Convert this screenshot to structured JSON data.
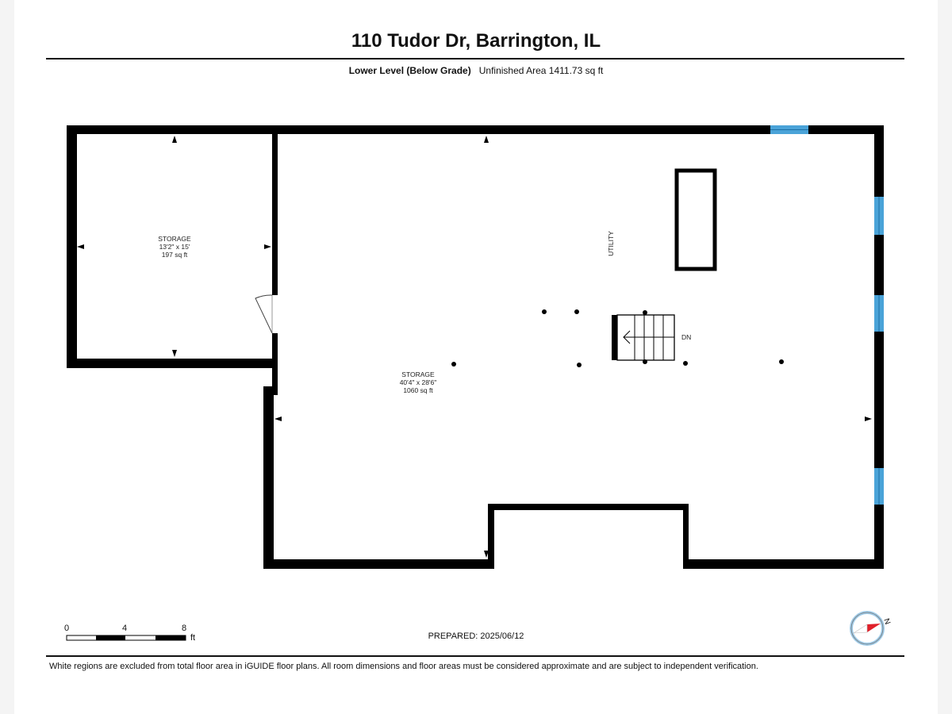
{
  "header": {
    "title": "110 Tudor Dr, Barrington, IL",
    "level_name": "Lower Level (Below Grade)",
    "area_text": "Unfinished Area 1411.73 sq ft"
  },
  "rooms": [
    {
      "name": "STORAGE",
      "dimensions": "13'2\" x 15'",
      "area": "197 sq ft"
    },
    {
      "name": "STORAGE",
      "dimensions": "40'4\" x 28'6\"",
      "area": "1060 sq ft"
    }
  ],
  "labels": {
    "utility": "UTILITY",
    "stairs": "DN"
  },
  "scale_bar": {
    "ticks": [
      "0",
      "4",
      "8"
    ],
    "unit": "ft"
  },
  "footer": {
    "prepared": "PREPARED: 2025/06/12",
    "disclaimer": "White regions are excluded from total floor area in iGUIDE floor plans. All room dimensions and floor areas must be considered approximate and are subject to independent verification.",
    "compass_letter": "N"
  },
  "colors": {
    "wall": "#000000",
    "window": "#4aa3d8",
    "compass_needle": "#e0202a",
    "compass_ring": "#9fcbe8"
  }
}
